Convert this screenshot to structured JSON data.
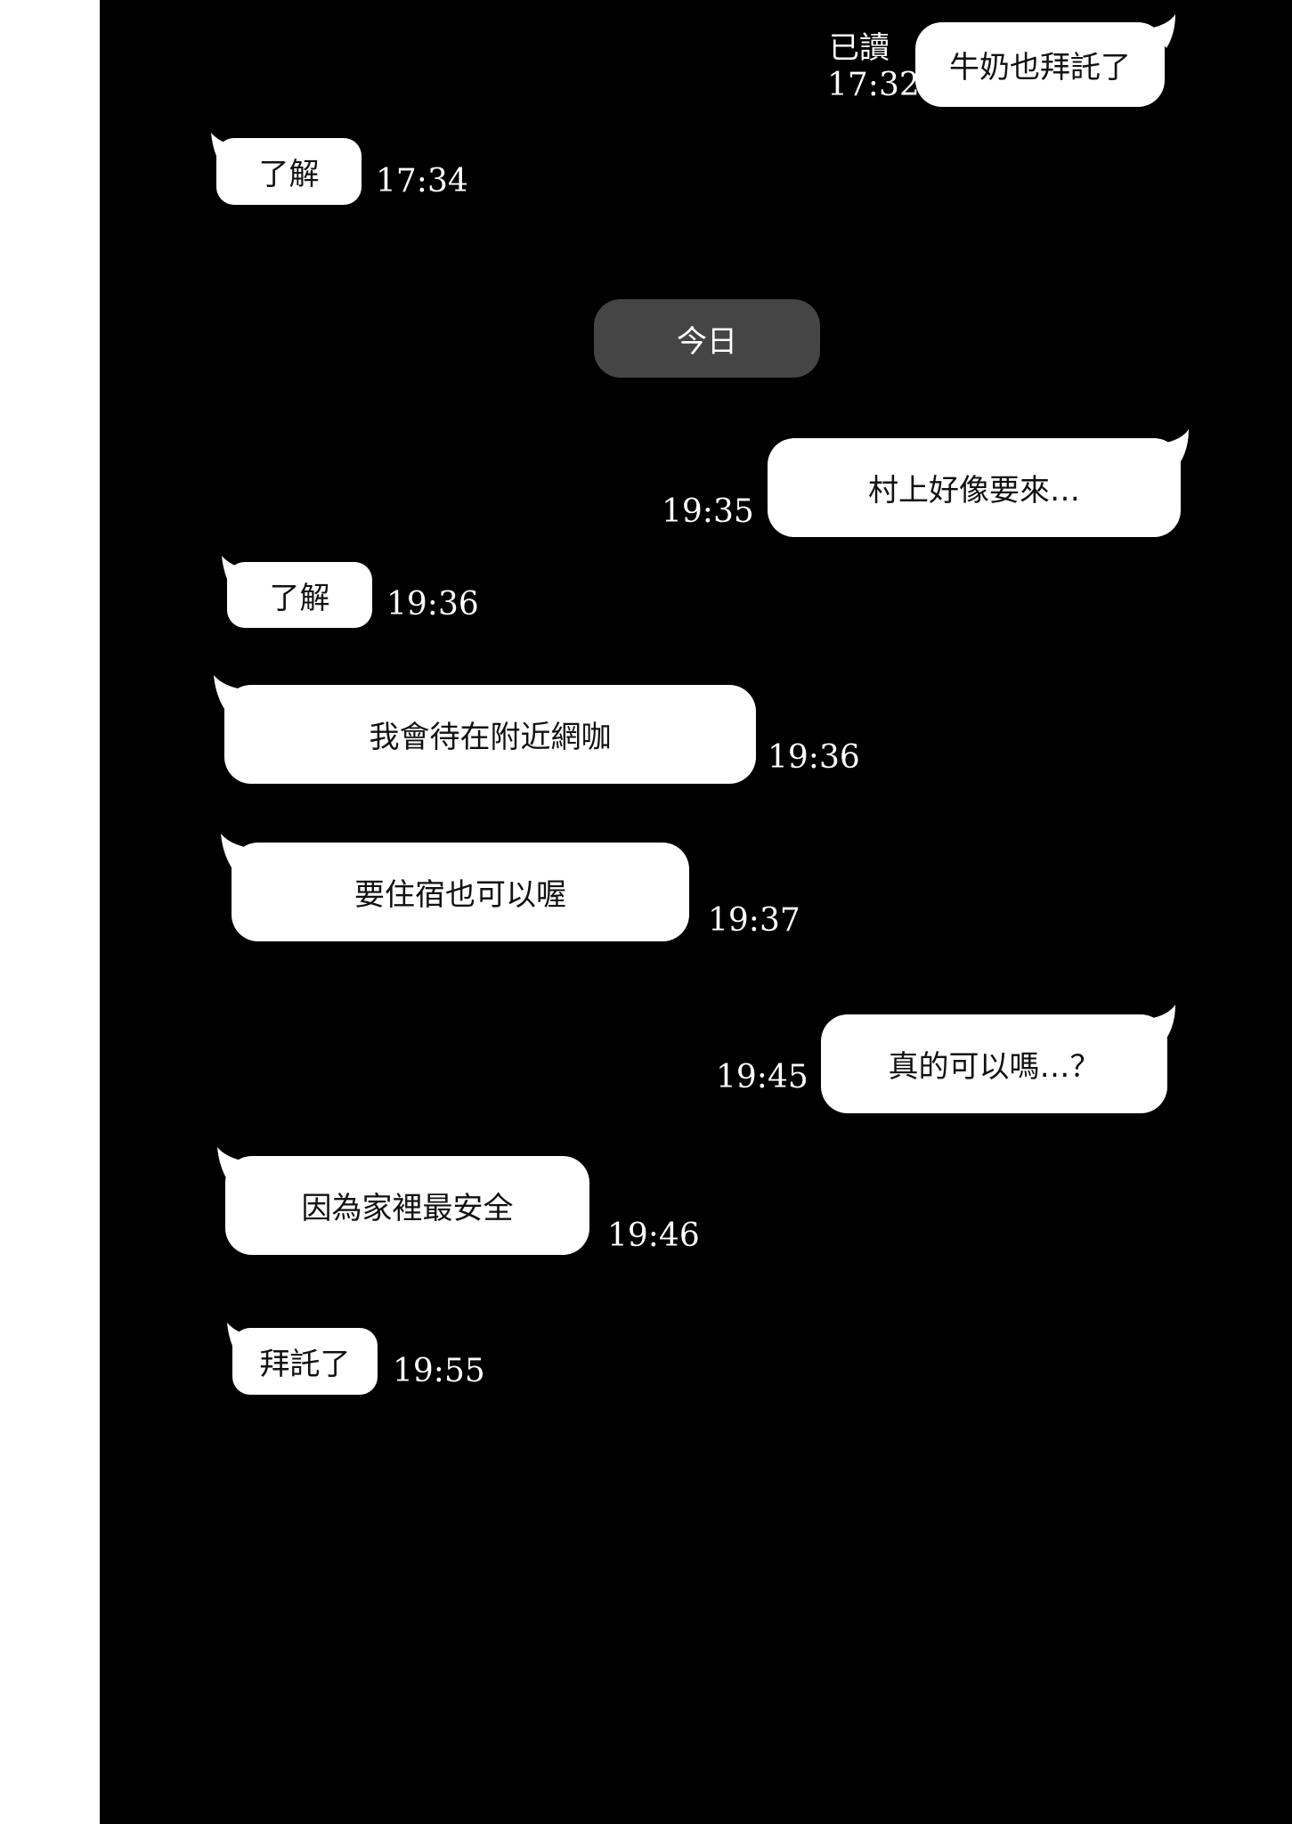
{
  "date_separator": "今日",
  "messages": [
    {
      "side": "right",
      "text": "牛奶也拜託了",
      "time": "17:32",
      "read": "已讀"
    },
    {
      "side": "left",
      "text": "了解",
      "time": "17:34"
    },
    {
      "side": "right",
      "text": "村上好像要來…",
      "time": "19:35"
    },
    {
      "side": "left",
      "text": "了解",
      "time": "19:36"
    },
    {
      "side": "left",
      "text": "我會待在附近網咖",
      "time": "19:36"
    },
    {
      "side": "left",
      "text": "要住宿也可以喔",
      "time": "19:37"
    },
    {
      "side": "right",
      "text": "真的可以嗎…？",
      "time": "19:45"
    },
    {
      "side": "left",
      "text": "因為家裡最安全",
      "time": "19:46"
    },
    {
      "side": "left",
      "text": "拜託了",
      "time": "19:55"
    }
  ]
}
